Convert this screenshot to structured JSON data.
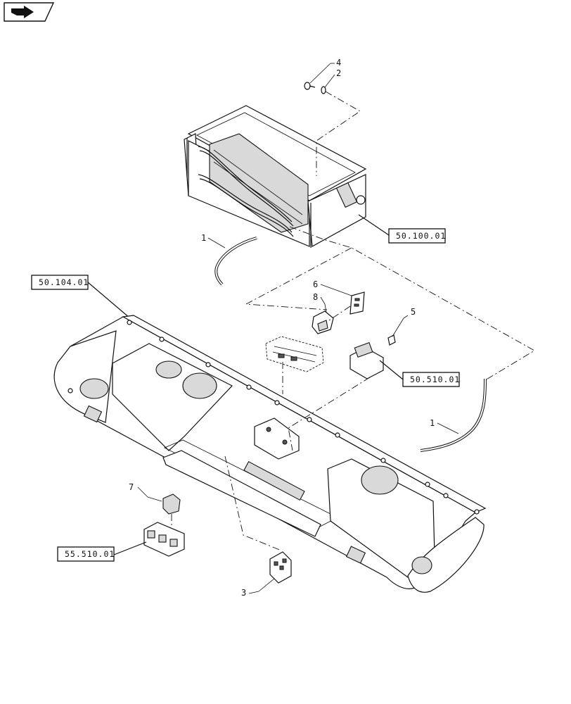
{
  "nav_button": {
    "icon": "forward-arrow-icon"
  },
  "references": {
    "ref_50_100_01": "50.100.01",
    "ref_50_104_01": "50.104.01",
    "ref_50_510_01": "50.510.01",
    "ref_55_510_01": "55.510.01"
  },
  "callouts": {
    "c4": "4",
    "c2": "2",
    "c1_top": "1",
    "c6": "6",
    "c8": "8",
    "c5": "5",
    "c1_right": "1",
    "c7": "7",
    "c3": "3"
  }
}
